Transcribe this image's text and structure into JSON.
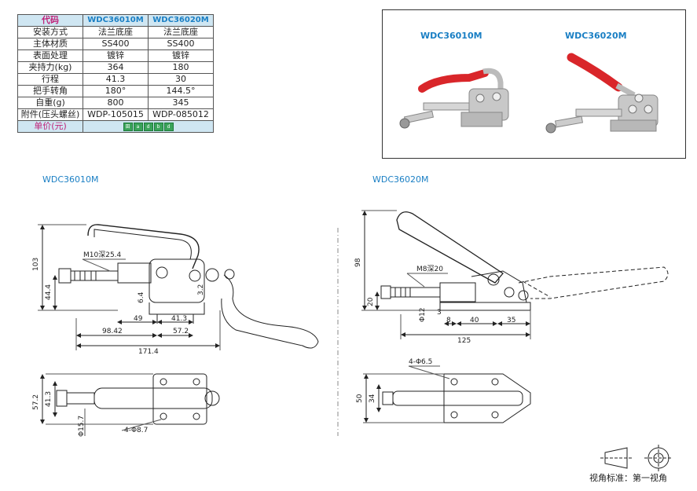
{
  "table": {
    "header": {
      "label": "代码",
      "model1": "WDC36010M",
      "model2": "WDC36020M"
    },
    "rows": [
      {
        "label": "安装方式",
        "v1": "法兰底座",
        "v2": "法兰底座"
      },
      {
        "label": "主体材质",
        "v1": "SS400",
        "v2": "SS400"
      },
      {
        "label": "表面处理",
        "v1": "镀锌",
        "v2": "镀锌"
      },
      {
        "label": "夹持力(kg)",
        "v1": "364",
        "v2": "180"
      },
      {
        "label": "行程",
        "v1": "41.3",
        "v2": "30"
      },
      {
        "label": "把手转角",
        "v1": "180°",
        "v2": "144.5°"
      },
      {
        "label": "自重(g)",
        "v1": "800",
        "v2": "345"
      },
      {
        "label": "附件(压头螺丝)",
        "v1": "WDP-105015",
        "v2": "WDP-085012"
      }
    ],
    "price_label": "单价(元)",
    "price_icons": [
      "田",
      "a",
      "d",
      "b",
      "d"
    ]
  },
  "photos": {
    "label1": "WDC36010M",
    "label2": "WDC36020M"
  },
  "drawing1": {
    "title": "WDC36010M",
    "dims": {
      "d103": "103",
      "d44_4": "44.4",
      "m10": "M10深25.4",
      "d6_4": "6.4",
      "d3_2": "3.2",
      "d49": "49",
      "d41_3": "41.3",
      "d98_42": "98.42",
      "d57_2": "57.2",
      "d171_4": "171.4",
      "p57_2": "57.2",
      "p41_3": "41.3",
      "phi15_7": "Φ15.7",
      "holes": "4-Φ8.7"
    }
  },
  "drawing2": {
    "title": "WDC36020M",
    "dims": {
      "d98": "98",
      "d20": "20",
      "m8": "M8深20",
      "phi12": "Φ12",
      "d3": "3",
      "d8": "8",
      "d40": "40",
      "d35": "35",
      "d125": "125",
      "holes": "4-Φ6.5",
      "p50": "50",
      "p34": "34"
    }
  },
  "view_standard": "视角标准：第一视角",
  "colors": {
    "handle_red": "#d9262a",
    "accent_blue": "#1a7fc4",
    "table_head": "#cfe6f2"
  }
}
